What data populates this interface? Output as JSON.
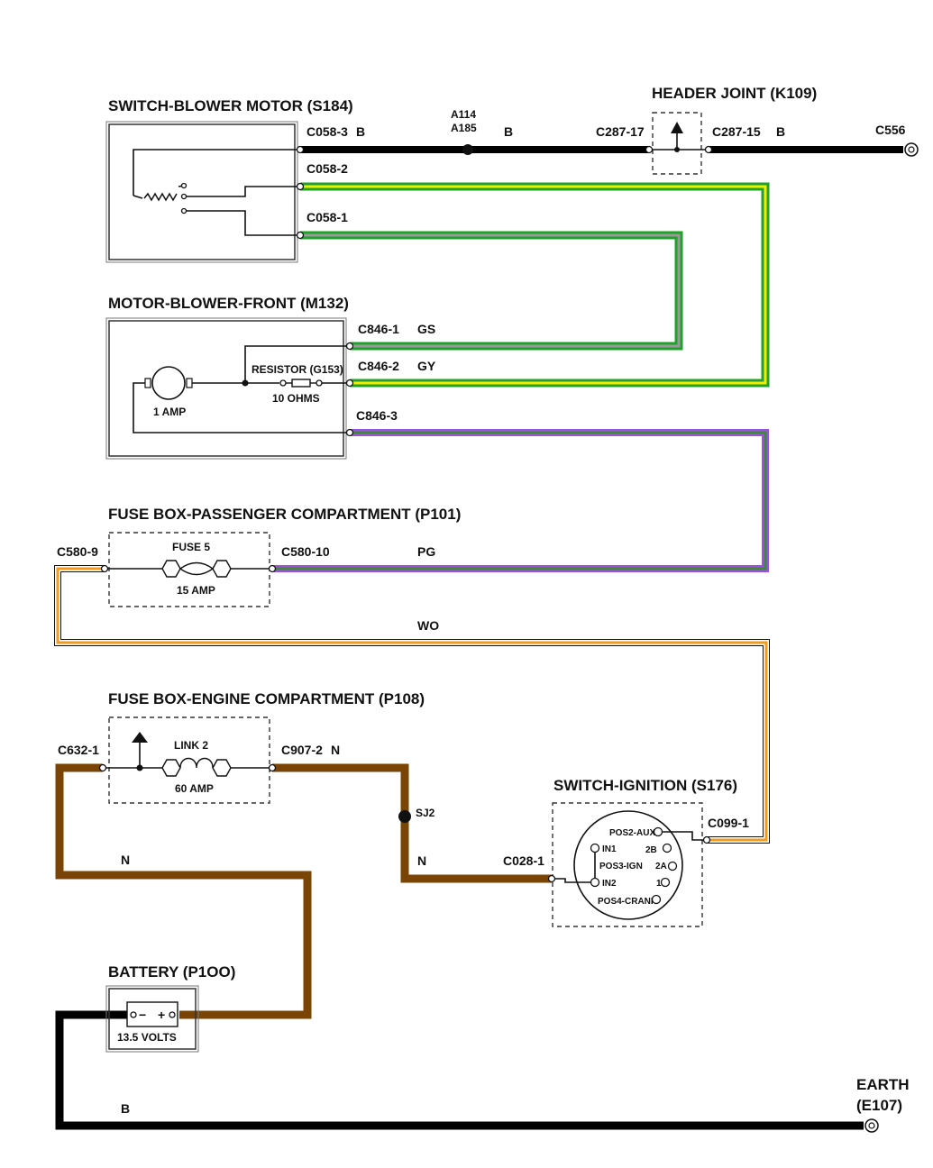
{
  "components": {
    "switch_blower": {
      "title": "SWITCH-BLOWER MOTOR (S184)"
    },
    "header_joint": {
      "title": "HEADER JOINT (K109)"
    },
    "motor_blower": {
      "title": "MOTOR-BLOWER-FRONT (M132)",
      "motor_rating": "1 AMP",
      "resistor_name": "RESISTOR (G153)",
      "resistor_value": "10 OHMS"
    },
    "fuse_box_pass": {
      "title": "FUSE BOX-PASSENGER COMPARTMENT (P101)",
      "fuse_name": "FUSE 5",
      "fuse_rating": "15 AMP"
    },
    "fuse_box_eng": {
      "title": "FUSE BOX-ENGINE COMPARTMENT (P108)",
      "link_name": "LINK 2",
      "link_rating": "60 AMP"
    },
    "switch_ignition": {
      "title": "SWITCH-IGNITION (S176)",
      "pins": {
        "pos2": "POS2-AUX",
        "in1": "IN1",
        "b2": "2B",
        "pos3": "POS3-IGN",
        "a2": "2A",
        "in2": "IN2",
        "one": "1",
        "pos4": "POS4-CRANK"
      }
    },
    "battery": {
      "title": "BATTERY (P1OO)",
      "volts": "13.5 VOLTS",
      "neg": "−",
      "pos": "+"
    },
    "earth": {
      "title_line1": "EARTH",
      "title_line2": "(E107)"
    }
  },
  "connectors": {
    "c058_3": "C058-3",
    "c058_2": "C058-2",
    "c058_1": "C058-1",
    "c287_17": "C287-17",
    "c287_15": "C287-15",
    "c556": "C556",
    "c846_1": "C846-1",
    "c846_2": "C846-2",
    "c846_3": "C846-3",
    "c580_9": "C580-9",
    "c580_10": "C580-10",
    "c632_1": "C632-1",
    "c907_2": "C907-2",
    "c028_1": "C028-1",
    "c099_1": "C099-1"
  },
  "splices": {
    "a114": "A114",
    "a185": "A185",
    "sj2": "SJ2"
  },
  "wire_codes": {
    "b_top1": "B",
    "b_top2": "B",
    "b_top3": "B",
    "gs": "GS",
    "gy": "GY",
    "pg": "PG",
    "wo": "WO",
    "n_c907": "N",
    "n_left": "N",
    "n_mid": "N",
    "b_bottom": "B"
  },
  "colors": {
    "black": "#000000",
    "brown": "#7a4404",
    "green": "#1fa12a",
    "yellow": "#f0ee00",
    "grey": "#9a9a9a",
    "purple": "#a050e0",
    "orange": "#f29a1e",
    "white": "#ffffff"
  }
}
